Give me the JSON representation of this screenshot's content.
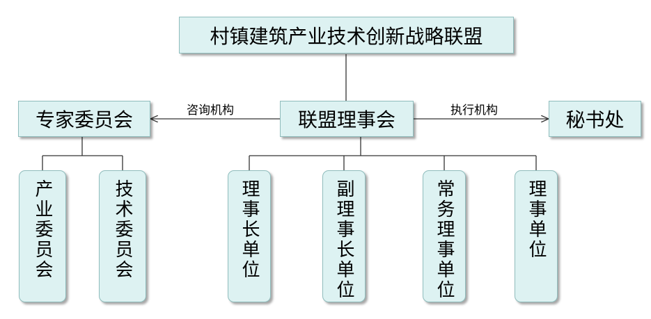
{
  "title": "村镇建筑产业技术创新战略联盟",
  "council": "联盟理事会",
  "expert_committee": "专家委员会",
  "secretariat": "秘书处",
  "edge_labels": {
    "consult": "咨询机构",
    "execute": "执行机构"
  },
  "expert_subcommittees": [
    "产业委员会",
    "技术委员会"
  ],
  "council_units": [
    "理事长单位",
    "副理事长单位",
    "常务理事单位",
    "理事单位"
  ]
}
